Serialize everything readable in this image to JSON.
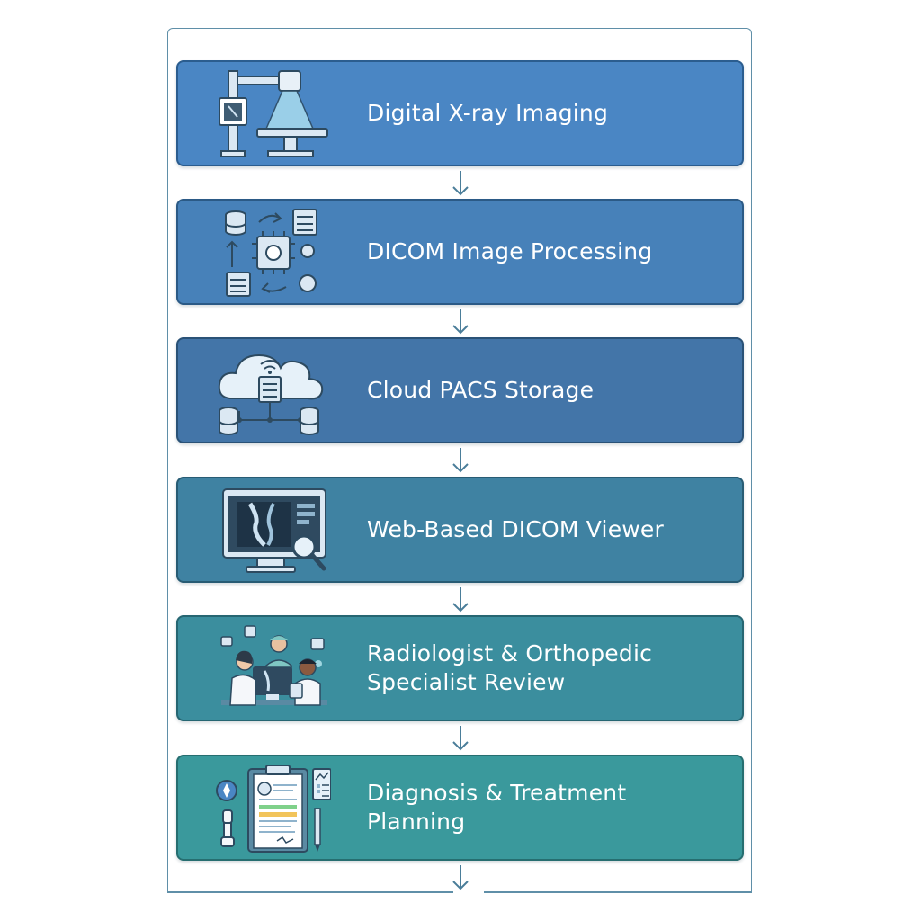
{
  "steps": [
    {
      "label": "Digital X-ray Imaging",
      "icon": "xray-machine-icon",
      "color": "#4a86c4",
      "border": "#2b5d8f"
    },
    {
      "label": "DICOM Image Processing",
      "icon": "processing-chip-icon",
      "color": "#4781b9",
      "border": "#2b5a86"
    },
    {
      "label": "Cloud PACS Storage",
      "icon": "cloud-storage-icon",
      "color": "#4375a8",
      "border": "#2a5277"
    },
    {
      "label": "Web-Based DICOM Viewer",
      "icon": "monitor-viewer-icon",
      "color": "#3f82a2",
      "border": "#285c74"
    },
    {
      "label": "Radiologist & Orthopedic\nSpecialist Review",
      "icon": "specialists-review-icon",
      "color": "#3b8e9e",
      "border": "#266672"
    },
    {
      "label": "Diagnosis & Treatment\nPlanning",
      "icon": "clipboard-plan-icon",
      "color": "#3a999c",
      "border": "#266e70"
    }
  ],
  "colors": {
    "frame": "#5f8fa8",
    "arrow": "#4a7d99",
    "icon_line": "#2d4a60",
    "icon_fill": "#cfe3f2"
  }
}
